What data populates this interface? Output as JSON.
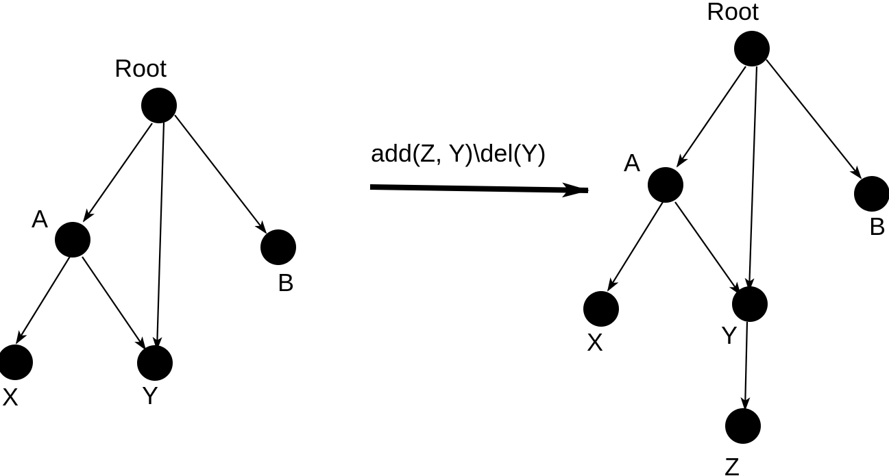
{
  "operation_label": "add(Z, Y)\\del(Y)",
  "before_graph": {
    "nodes": [
      {
        "id": "root",
        "label": "Root"
      },
      {
        "id": "a",
        "label": "A"
      },
      {
        "id": "b",
        "label": "B"
      },
      {
        "id": "x",
        "label": "X"
      },
      {
        "id": "y",
        "label": "Y"
      }
    ],
    "edges": [
      {
        "from": "Root",
        "to": "A"
      },
      {
        "from": "Root",
        "to": "Y"
      },
      {
        "from": "Root",
        "to": "B"
      },
      {
        "from": "A",
        "to": "X"
      },
      {
        "from": "A",
        "to": "Y"
      }
    ]
  },
  "after_graph": {
    "nodes": [
      {
        "id": "root",
        "label": "Root"
      },
      {
        "id": "a",
        "label": "A"
      },
      {
        "id": "b",
        "label": "B"
      },
      {
        "id": "x",
        "label": "X"
      },
      {
        "id": "y",
        "label": "Y"
      },
      {
        "id": "z",
        "label": "Z"
      }
    ],
    "edges": [
      {
        "from": "Root",
        "to": "A"
      },
      {
        "from": "Root",
        "to": "Y"
      },
      {
        "from": "Root",
        "to": "B"
      },
      {
        "from": "A",
        "to": "X"
      },
      {
        "from": "A",
        "to": "Y"
      },
      {
        "from": "Y",
        "to": "Z"
      }
    ]
  },
  "colors": {
    "node": "#000000",
    "edge": "#000000",
    "background": "#ffffff"
  }
}
